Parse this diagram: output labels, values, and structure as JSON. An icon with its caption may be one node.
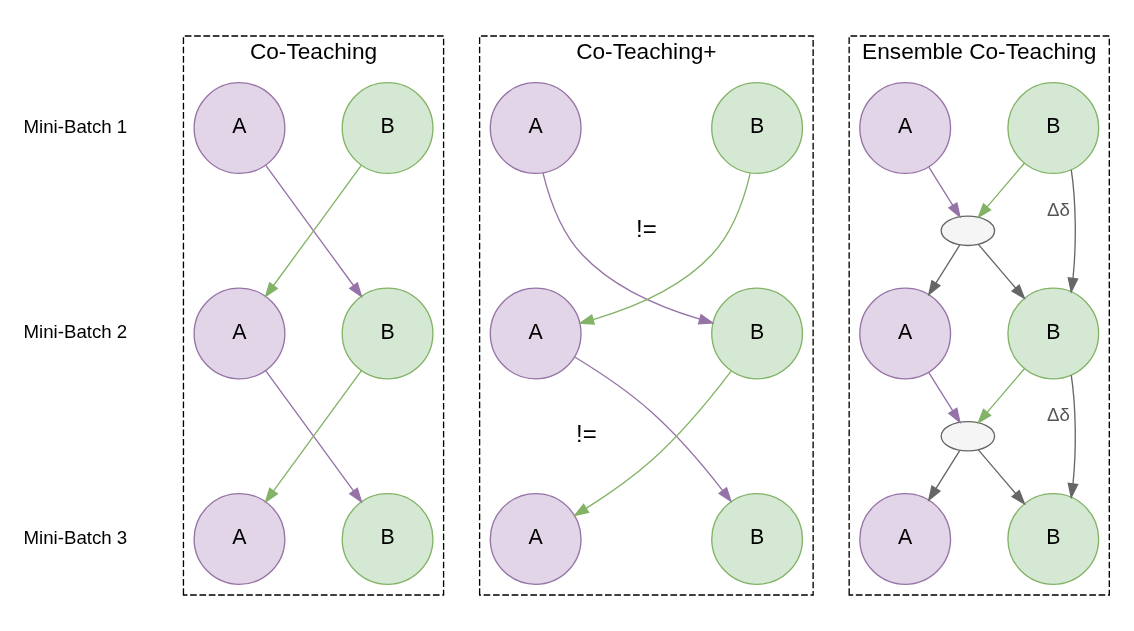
{
  "diagram": {
    "nodes": [
      {
        "text": [
          "Co-Teaching"
        ]
      },
      {
        "text": [
          "A"
        ],
        "in": 0
      },
      {
        "text": [
          "B"
        ],
        "in": 0
      },
      {
        "text": [
          "A"
        ],
        "in": 0
      },
      {
        "text": [
          "B"
        ],
        "in": 0
      },
      {
        "text": [
          "A"
        ],
        "in": 0
      },
      {
        "text": [
          "B"
        ],
        "in": 0
      },
      {
        "text": [
          "Co-Teaching+"
        ]
      },
      {
        "text": [
          "A"
        ],
        "in": 7
      },
      {
        "text": [
          "B"
        ],
        "in": 7
      },
      {
        "text": [
          "A"
        ],
        "in": 7
      },
      {
        "text": [
          "B"
        ],
        "in": 7
      },
      {
        "text": [
          "A"
        ],
        "in": 7
      },
      {
        "text": [
          "B"
        ],
        "in": 7
      },
      {
        "text": [
          "Ensemble Co-Teaching"
        ]
      },
      {
        "text": [
          "A"
        ],
        "in": 14
      },
      {
        "text": [
          "B"
        ],
        "in": 14
      },
      {
        "text": [],
        "shape": "ellipse",
        "in": 14
      },
      {
        "text": [
          "A"
        ],
        "in": 14
      },
      {
        "text": [
          "B"
        ],
        "in": 14
      },
      {
        "text": [],
        "shape": "ellipse",
        "in": 14
      },
      {
        "text": [
          "A"
        ],
        "in": 14
      },
      {
        "text": [
          "B"
        ],
        "in": 14
      }
    ],
    "edges": [
      {
        "from": 1,
        "to": 4,
        "arrow": "to",
        "color": "#9673a6"
      },
      {
        "from": 2,
        "to": 3,
        "arrow": "to",
        "color": "#82b366"
      },
      {
        "from": 3,
        "to": 6,
        "arrow": "to",
        "color": "#9673a6"
      },
      {
        "from": 4,
        "to": 5,
        "arrow": "to",
        "color": "#82b366"
      },
      {
        "from": 8,
        "to": 11,
        "arrow": "to",
        "color": "#9673a6"
      },
      {
        "from": 9,
        "to": 10,
        "arrow": "to",
        "color": "#82b366"
      },
      {
        "from": 10,
        "to": 13,
        "arrow": "to",
        "color": "#9673a6"
      },
      {
        "from": 11,
        "to": 12,
        "arrow": "to",
        "color": "#82b366"
      },
      {
        "from": 15,
        "to": 17,
        "arrow": "to",
        "color": "#9673a6"
      },
      {
        "from": 16,
        "to": 17,
        "arrow": "to",
        "color": "#82b366"
      },
      {
        "from": 16,
        "to": 19,
        "arrow": "to",
        "label": "Δδ",
        "color": "#666666"
      },
      {
        "from": 17,
        "to": 18,
        "arrow": "to",
        "color": "#666666"
      },
      {
        "from": 17,
        "to": 19,
        "arrow": "to",
        "color": "#666666"
      },
      {
        "from": 18,
        "to": 20,
        "arrow": "to",
        "color": "#9673a6"
      },
      {
        "from": 19,
        "to": 20,
        "arrow": "to",
        "color": "#82b366"
      },
      {
        "from": 19,
        "to": 22,
        "arrow": "to",
        "label": "Δδ",
        "color": "#666666"
      },
      {
        "from": 20,
        "to": 21,
        "arrow": "to",
        "color": "#666666"
      },
      {
        "from": 20,
        "to": 22,
        "arrow": "to",
        "color": "#666666"
      }
    ],
    "labels": [
      "Mini-Batch 1",
      "Mini-Batch 2",
      "Mini-Batch 3",
      "!=",
      "!="
    ]
  }
}
